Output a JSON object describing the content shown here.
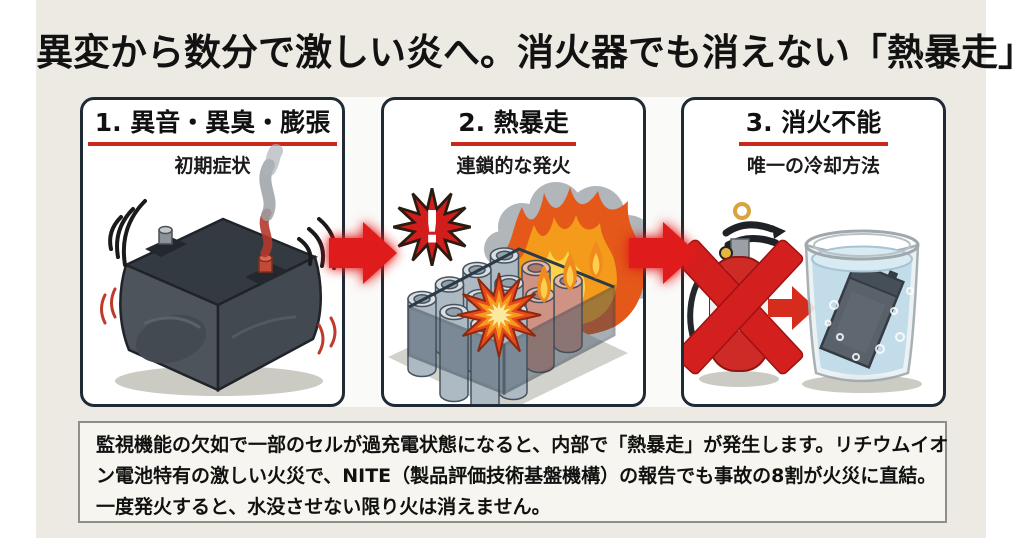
{
  "title": "異変から数分で激しい炎へ。消火器でも消えない「熱暴走」",
  "panels": [
    {
      "heading": "1. 異音・異臭・膨張",
      "subtitle": "初期症状",
      "illustration": "swollen-battery-with-smoke"
    },
    {
      "heading": "2. 熱暴走",
      "subtitle": "連鎖的な発火",
      "illustration": "burning-battery-pack",
      "badge_text": "!"
    },
    {
      "heading": "3. 消火不能",
      "subtitle": "唯一の冷却方法",
      "illustration": "crossed-out-extinguisher-and-water-bucket"
    }
  ],
  "footer": {
    "lines": [
      "監視機能の欠如で一部のセルが過充電状態になると、内部で「熱暴走」が発生します。リチウムイオ",
      "ン電池特有の激しい火災で、NITE（製品評価技術基盤機構）の報告でも事故の8割が火災に直結。",
      "一度発火すると、水没させない限り火は消えません。"
    ]
  },
  "colors": {
    "page_bg": "#ECEAE2",
    "panel_bg": "#FFFFFF",
    "panel_border": "#202A35",
    "accent_red": "#C8281E",
    "arrow_red": "#E01B1B",
    "title_color": "#121212",
    "note_bg": "#F6F5EF",
    "note_border": "#8F8F89",
    "strip_bg": "#FAFAF8"
  }
}
